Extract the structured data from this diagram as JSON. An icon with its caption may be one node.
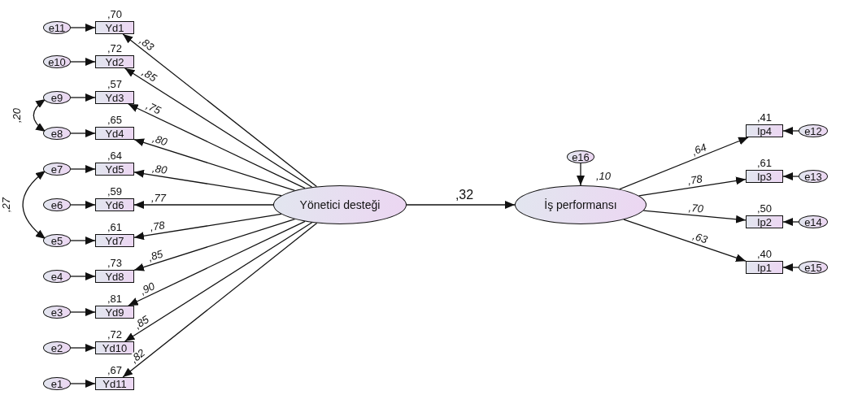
{
  "diagram": {
    "nodes": [
      {
        "text": [
          "e11"
        ]
      },
      {
        "text": [
          "e10"
        ]
      },
      {
        "text": [
          "e9"
        ]
      },
      {
        "text": [
          "e8"
        ]
      },
      {
        "text": [
          "e7"
        ]
      },
      {
        "text": [
          "e6"
        ]
      },
      {
        "text": [
          "e5"
        ]
      },
      {
        "text": [
          "e4"
        ]
      },
      {
        "text": [
          "e3"
        ]
      },
      {
        "text": [
          "e2"
        ]
      },
      {
        "text": [
          "e1"
        ]
      },
      {
        "text": [
          "Yd1"
        ],
        "beside": [
          ",70"
        ]
      },
      {
        "text": [
          "Yd2"
        ],
        "beside": [
          ",72"
        ]
      },
      {
        "text": [
          "Yd3"
        ],
        "beside": [
          ",57"
        ]
      },
      {
        "text": [
          "Yd4"
        ],
        "beside": [
          ",65"
        ]
      },
      {
        "text": [
          "Yd5"
        ],
        "beside": [
          ",64"
        ]
      },
      {
        "text": [
          "Yd6"
        ],
        "beside": [
          ",59"
        ]
      },
      {
        "text": [
          "Yd7"
        ],
        "beside": [
          ",61"
        ]
      },
      {
        "text": [
          "Yd8"
        ],
        "beside": [
          ",73"
        ]
      },
      {
        "text": [
          "Yd9"
        ],
        "beside": [
          ",81"
        ]
      },
      {
        "text": [
          "Yd10"
        ],
        "beside": [
          ",72"
        ]
      },
      {
        "text": [
          "Yd11"
        ],
        "beside": [
          ",67"
        ]
      },
      {
        "text": [
          "Yönetici desteği"
        ]
      },
      {
        "text": [
          "e16"
        ]
      },
      {
        "text": [
          "İş performansı"
        ],
        "beside": [
          ",10"
        ]
      },
      {
        "text": [
          "Ip4"
        ],
        "beside": [
          ",41"
        ]
      },
      {
        "text": [
          "Ip3"
        ],
        "beside": [
          ",61"
        ]
      },
      {
        "text": [
          "Ip2"
        ],
        "beside": [
          ",50"
        ]
      },
      {
        "text": [
          "Ip1"
        ],
        "beside": [
          ",40"
        ]
      },
      {
        "text": [
          "e12"
        ]
      },
      {
        "text": [
          "e13"
        ]
      },
      {
        "text": [
          "e14"
        ]
      },
      {
        "text": [
          "e15"
        ]
      }
    ],
    "edges": [
      {
        "from": 0,
        "to": 11,
        "arrow": "to"
      },
      {
        "from": 1,
        "to": 12,
        "arrow": "to"
      },
      {
        "from": 2,
        "to": 13,
        "arrow": "to"
      },
      {
        "from": 3,
        "to": 14,
        "arrow": "to"
      },
      {
        "from": 4,
        "to": 15,
        "arrow": "to"
      },
      {
        "from": 5,
        "to": 16,
        "arrow": "to"
      },
      {
        "from": 6,
        "to": 17,
        "arrow": "to"
      },
      {
        "from": 7,
        "to": 18,
        "arrow": "to"
      },
      {
        "from": 8,
        "to": 19,
        "arrow": "to"
      },
      {
        "from": 9,
        "to": 20,
        "arrow": "to"
      },
      {
        "from": 10,
        "to": 21,
        "arrow": "to"
      },
      {
        "from": 22,
        "to": 11,
        "arrow": "to",
        "label": ",83"
      },
      {
        "from": 22,
        "to": 12,
        "arrow": "to",
        "label": ",85"
      },
      {
        "from": 22,
        "to": 13,
        "arrow": "to",
        "label": ",75"
      },
      {
        "from": 22,
        "to": 14,
        "arrow": "to",
        "label": ",80"
      },
      {
        "from": 22,
        "to": 15,
        "arrow": "to",
        "label": ",80"
      },
      {
        "from": 22,
        "to": 16,
        "arrow": "to",
        "label": ",77"
      },
      {
        "from": 22,
        "to": 17,
        "arrow": "to",
        "label": ",78"
      },
      {
        "from": 22,
        "to": 18,
        "arrow": "to",
        "label": ",85"
      },
      {
        "from": 22,
        "to": 19,
        "arrow": "to",
        "label": ",90"
      },
      {
        "from": 22,
        "to": 20,
        "arrow": "to",
        "label": ",85"
      },
      {
        "from": 22,
        "to": 21,
        "arrow": "to",
        "label": ",82"
      },
      {
        "from": 22,
        "to": 24,
        "arrow": "to",
        "label": ",32"
      },
      {
        "from": 23,
        "to": 24,
        "arrow": "to"
      },
      {
        "from": 24,
        "to": 25,
        "arrow": "to",
        "label": ",64"
      },
      {
        "from": 24,
        "to": 26,
        "arrow": "to",
        "label": ",78"
      },
      {
        "from": 24,
        "to": 27,
        "arrow": "to",
        "label": ",70"
      },
      {
        "from": 24,
        "to": 28,
        "arrow": "to",
        "label": ",63"
      },
      {
        "from": 29,
        "to": 25,
        "arrow": "to"
      },
      {
        "from": 30,
        "to": 26,
        "arrow": "to"
      },
      {
        "from": 31,
        "to": 27,
        "arrow": "to"
      },
      {
        "from": 32,
        "to": 28,
        "arrow": "to"
      },
      {
        "from": 2,
        "to": 3,
        "arrow": "both",
        "label": ",20"
      },
      {
        "from": 4,
        "to": 6,
        "arrow": "both",
        "label": ",27"
      }
    ]
  }
}
